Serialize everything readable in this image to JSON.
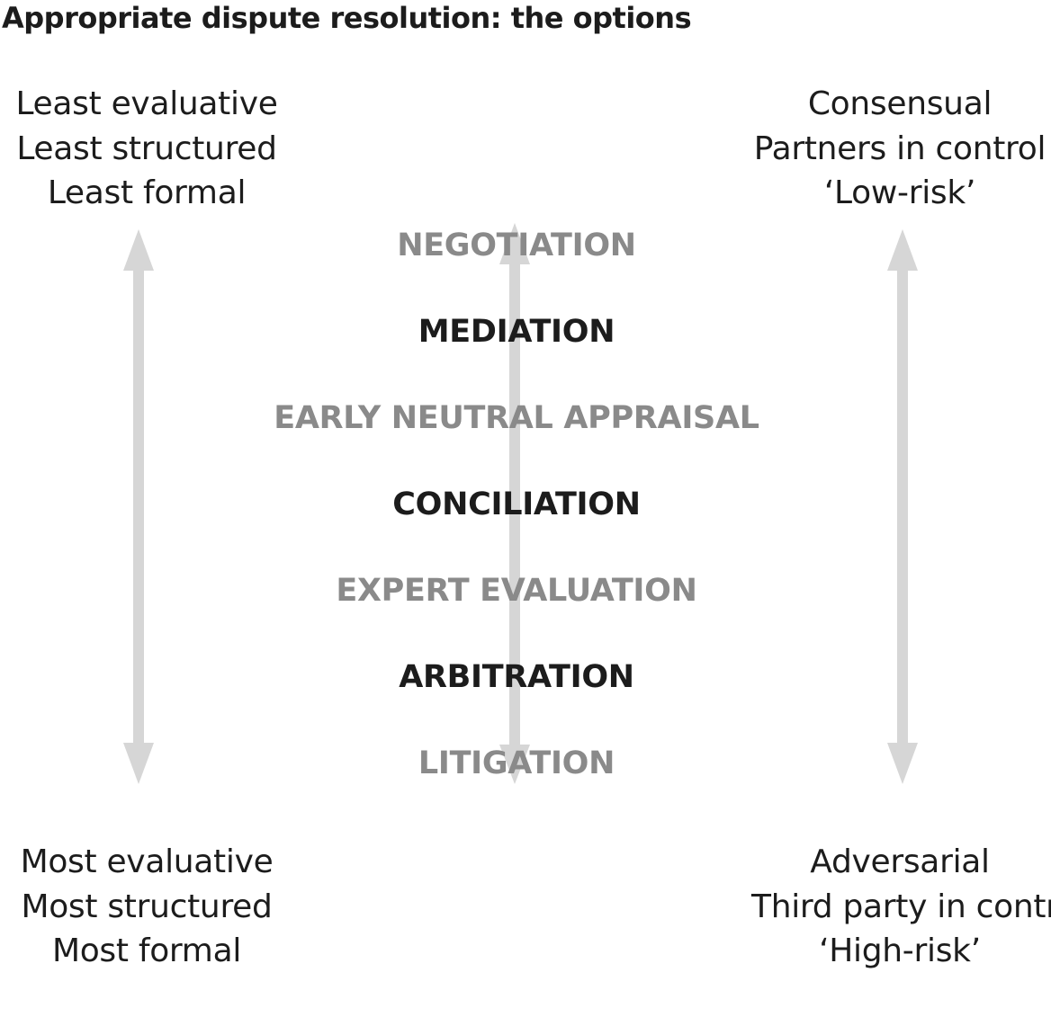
{
  "title": "Appropriate dispute resolution: the options",
  "top_left": [
    "Least evaluative",
    "Least structured",
    "Least formal"
  ],
  "top_right": [
    "Consensual",
    "Partners in control",
    "‘Low-risk’"
  ],
  "bottom_left": [
    "Most evaluative",
    "Most structured",
    "Most formal"
  ],
  "bottom_right": [
    "Adversarial",
    "Third party in control",
    "‘High-risk’"
  ],
  "options": [
    {
      "label": "NEGOTIATION",
      "shade": "light"
    },
    {
      "label": "MEDIATION",
      "shade": "dark"
    },
    {
      "label": "EARLY NEUTRAL APPRAISAL",
      "shade": "light"
    },
    {
      "label": "CONCILIATION",
      "shade": "dark"
    },
    {
      "label": "EXPERT EVALUATION",
      "shade": "light"
    },
    {
      "label": "ARBITRATION",
      "shade": "dark"
    },
    {
      "label": "LITIGATION",
      "shade": "light"
    }
  ],
  "colors": {
    "arrow": "#d6d6d6",
    "text_dark": "#1c1c1c",
    "text_light": "#8a8a8a"
  }
}
